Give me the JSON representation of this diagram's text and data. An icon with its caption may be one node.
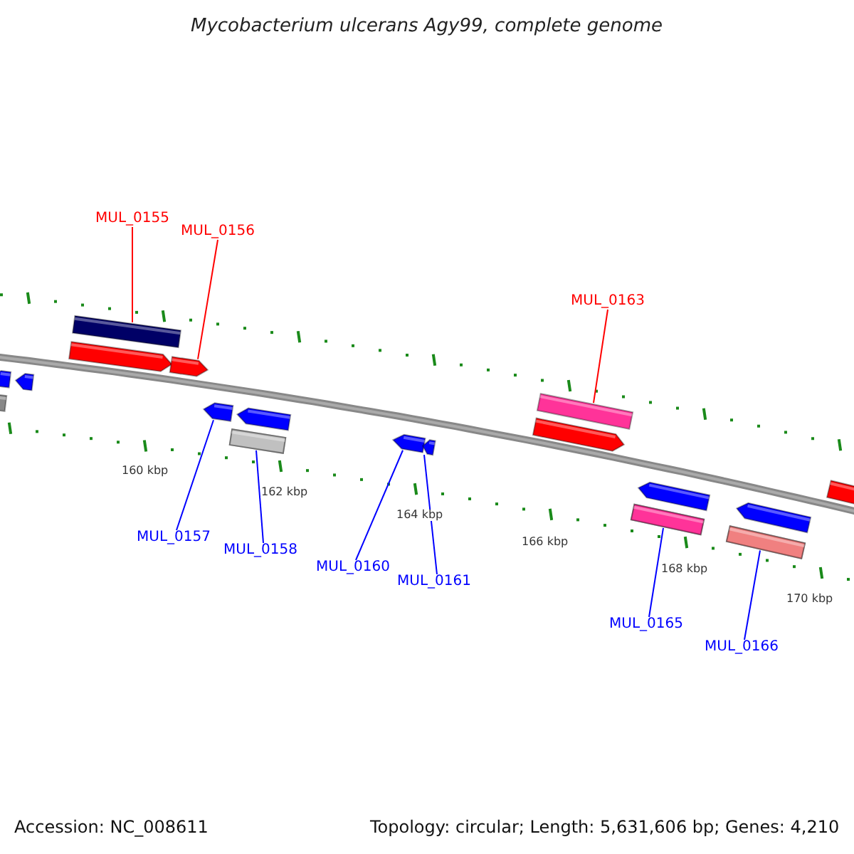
{
  "diagram": {
    "title": "Mycobacterium ulcerans Agy99, complete genome",
    "nodes": [
      {
        "text": [
          "MUL_0155"
        ]
      },
      {
        "text": [],
        "shape": "bar"
      },
      {
        "text": [
          "MUL_0156"
        ]
      },
      {
        "text": [],
        "shape": "bar"
      },
      {
        "text": [
          "MUL_0163"
        ]
      },
      {
        "text": [],
        "shape": "bar"
      },
      {
        "text": [],
        "shape": "bar"
      },
      {
        "text": [],
        "shape": "bar"
      },
      {
        "text": [],
        "shape": "bar"
      },
      {
        "text": [],
        "shape": "bar"
      },
      {
        "text": [],
        "shape": "bar"
      },
      {
        "text": [],
        "shape": "bar"
      },
      {
        "text": [
          "MUL_0157"
        ]
      },
      {
        "text": [
          "MUL_0158"
        ]
      },
      {
        "text": [
          "MUL_0160"
        ]
      },
      {
        "text": [
          "MUL_0161"
        ]
      },
      {
        "text": [
          "MUL_0165"
        ]
      },
      {
        "text": [
          "MUL_0166"
        ]
      }
    ],
    "edges": [
      {
        "from": 0,
        "to": 1,
        "arrow": "none",
        "color": "#ff0000"
      },
      {
        "from": 2,
        "to": 3,
        "arrow": "none",
        "color": "#ff0000"
      },
      {
        "from": 4,
        "to": 5,
        "arrow": "none",
        "color": "#ff0000"
      },
      {
        "from": 12,
        "to": 6,
        "arrow": "none"
      },
      {
        "from": 13,
        "to": 7,
        "arrow": "none"
      },
      {
        "from": 14,
        "to": 8,
        "arrow": "none"
      },
      {
        "from": 15,
        "to": 9,
        "arrow": "none"
      },
      {
        "from": 16,
        "to": 10,
        "arrow": "none"
      },
      {
        "from": 17,
        "to": 11,
        "arrow": "none"
      }
    ],
    "labels": [
      "160 kbp",
      "162 kbp",
      "164 kbp",
      "166 kbp",
      "168 kbp",
      "170 kbp",
      "Accession: NC_008611",
      "Topology: circular; Length: 5,631,606 bp; Genes: 4,210"
    ]
  }
}
